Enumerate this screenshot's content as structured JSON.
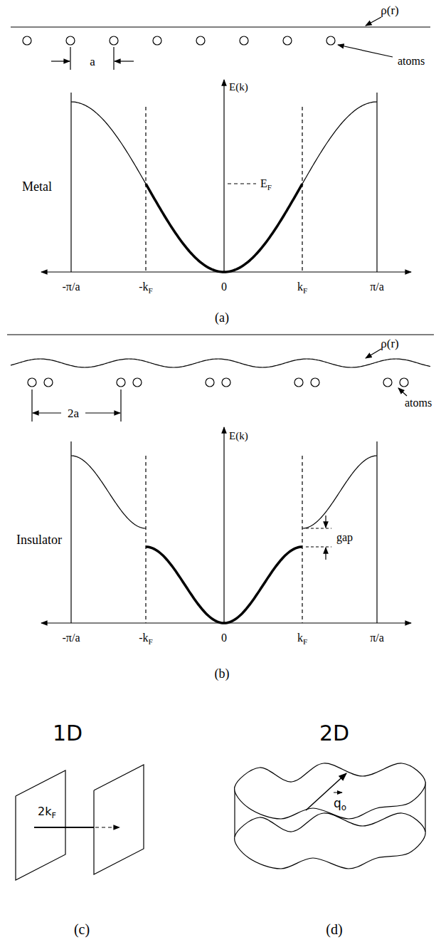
{
  "diagram": {
    "labels": [
      "ρ(r)",
      "atoms",
      "a",
      "E(k)",
      "Metal",
      "EF",
      "-π/a",
      "-kF",
      "0",
      "kF",
      "π/a",
      "(a)",
      "ρ(r)",
      "atoms",
      "2a",
      "E(k)",
      "Insulator",
      "gap",
      "-π/a",
      "-kF",
      "0",
      "kF",
      "π/a",
      "(b)",
      "1D",
      "2D",
      "2kF",
      "qo",
      "(c)",
      "(d)"
    ]
  }
}
